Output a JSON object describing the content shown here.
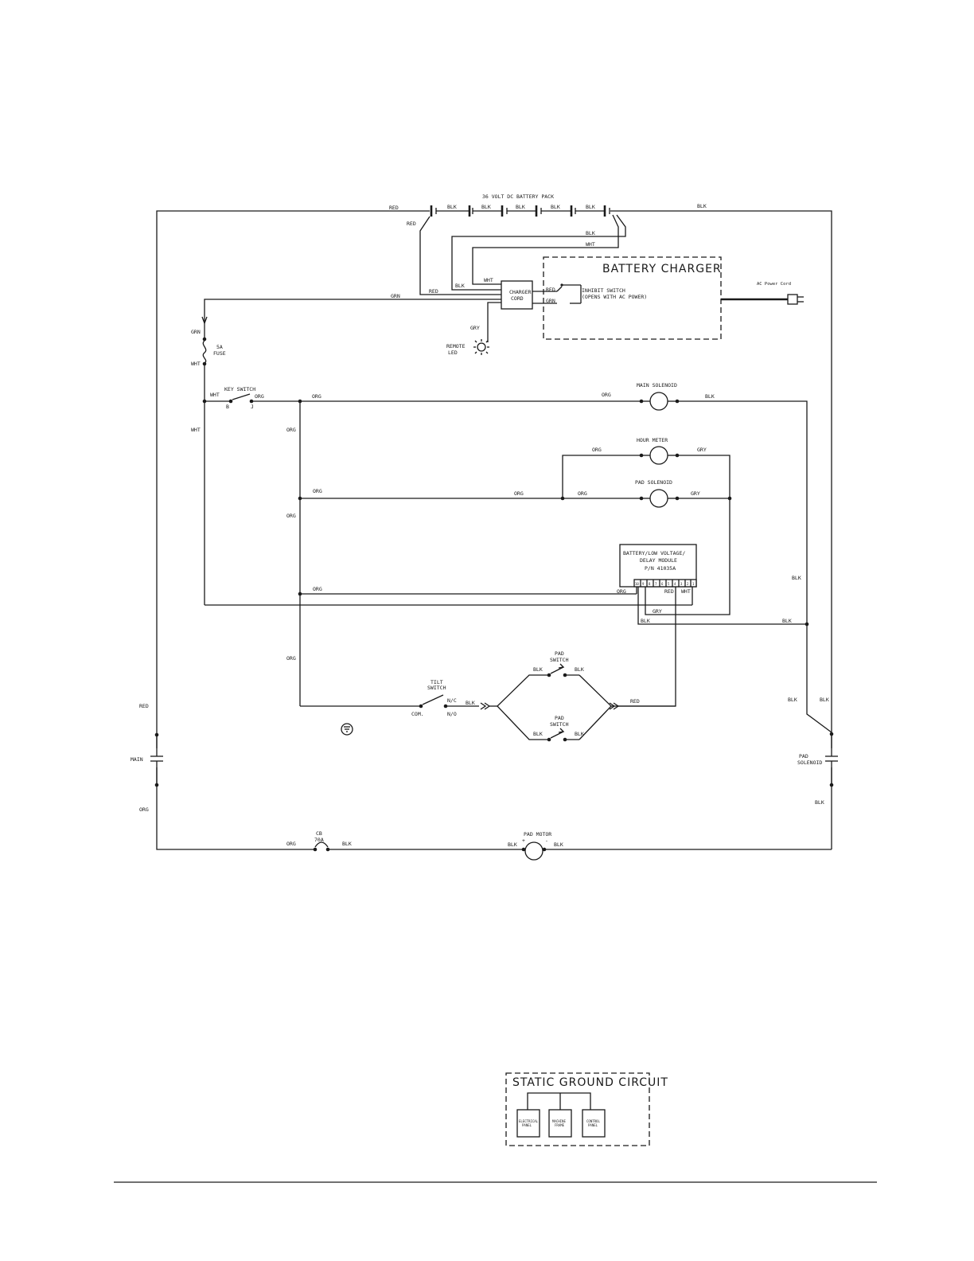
{
  "battery": {
    "title": "36 VOLT DC BATTERY PACK",
    "jumpers": [
      "BLK",
      "BLK",
      "BLK",
      "BLK",
      "BLK"
    ]
  },
  "charger": {
    "title": "BATTERY CHARGER",
    "cord": [
      "CHARGER",
      "CORD"
    ],
    "inhibit": [
      "INHIBIT SWITCH",
      "(OPENS WITH AC POWER)"
    ],
    "ac_cord": "AC Power Cord",
    "remote_led": [
      "REMOTE",
      "LED"
    ]
  },
  "fuse": [
    "5A",
    "FUSE"
  ],
  "key_switch": {
    "label": "KEY SWITCH",
    "terminal_b": "B",
    "terminal_j": "J"
  },
  "main_solenoid": "MAIN SOLENOID",
  "hour_meter": "HOUR METER",
  "pad_solenoid_coil": "PAD SOLENOID",
  "module": {
    "lines": [
      "BATTERY/LOW VOLTAGE/",
      "DELAY MODULE",
      "P/N 41035A"
    ],
    "pins": [
      "10",
      "9",
      "8",
      "7",
      "6",
      "5",
      "4",
      "3",
      "2",
      "1"
    ]
  },
  "tilt_switch": {
    "label": [
      "TILT",
      "SWITCH"
    ],
    "nc": "N/C",
    "com": "COM.",
    "no": "N/O"
  },
  "pad_switch_label": [
    "PAD",
    "SWITCH"
  ],
  "contacts": {
    "main": "MAIN",
    "pad": [
      "PAD",
      "SOLENOID"
    ]
  },
  "breaker": [
    "CB",
    "70A"
  ],
  "pad_motor": {
    "label": "PAD MOTOR",
    "plus": "+",
    "minus": "-"
  },
  "static_ground": {
    "title": "STATIC GROUND CIRCUIT",
    "boxes": [
      [
        "ELECTRICAL",
        "PANEL"
      ],
      [
        "MACHINE",
        "FRAME"
      ],
      [
        "CONTROL",
        "PANEL"
      ]
    ]
  },
  "wire_labels": {
    "red_top": "RED",
    "red_bat": "RED",
    "blk_top": "BLK",
    "blk_bus": "BLK",
    "wht_bus": "WHT",
    "blk_cord": "BLK",
    "wht_cord": "WHT",
    "red_cord": "RED",
    "grn_cord": "GRN",
    "red_inh": "RED",
    "grn_inh": "GRN",
    "gry_led": "GRY",
    "grn_left": "GRN",
    "wht_fuse": "WHT",
    "wht_key": "WHT",
    "org_key": "ORG",
    "org_main1": "ORG",
    "org_main2": "ORG",
    "blk_main": "BLK",
    "wht_left": "WHT",
    "org_vert1": "ORG",
    "org_hm": "ORG",
    "gry_hm": "GRY",
    "org_row2a": "ORG",
    "org_row2b": "ORG",
    "org_pad": "ORG",
    "gry_pad": "GRY",
    "org_vert2": "ORG",
    "org_row3": "ORG",
    "org_mod": "ORG",
    "red_mod": "RED",
    "wht_mod": "WHT",
    "gry_mod": "GRY",
    "blk_mod": "BLK",
    "blk_mod2": "BLK",
    "blk_right": "BLK",
    "org_vert3": "ORG",
    "blk_tilt": "BLK",
    "blk_ps1a": "BLK",
    "blk_ps1b": "BLK",
    "blk_ps2a": "BLK",
    "blk_ps2b": "BLK",
    "red_ps": "RED",
    "red_left": "RED",
    "org_left": "ORG",
    "blk_r1": "BLK",
    "blk_r2": "BLK",
    "blk_r3": "BLK",
    "org_cb": "ORG",
    "blk_cb": "BLK",
    "blk_m1": "BLK",
    "blk_m2": "BLK"
  }
}
